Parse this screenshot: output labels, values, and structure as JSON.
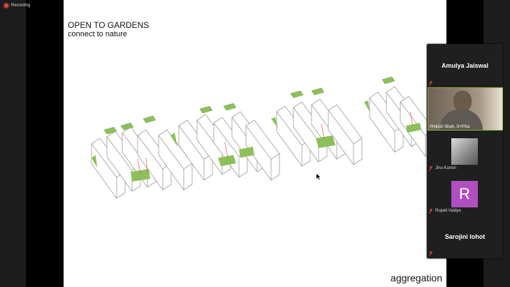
{
  "recording": {
    "label": "Recording",
    "indicator_color": "#e0443a"
  },
  "slide": {
    "title": "OPEN TO GARDENS",
    "subtitle": "connect to nature",
    "footer": "aggregation",
    "drawing": "isometric housing cluster aggregation with green garden terraces and red arrows",
    "garden_color": "#8dc05a",
    "arrow_color": "#e8533a"
  },
  "gallery": {
    "participants": [
      {
        "name": "Amulya Jaiswal",
        "type": "name-only",
        "muted": true
      },
      {
        "name": "Pinkish Shah, S+PSa",
        "type": "video",
        "active_speaker": true
      },
      {
        "name": "Jinu Kurien",
        "type": "photo",
        "muted": true
      },
      {
        "name": "Rupali Vaidya",
        "type": "initial",
        "initial": "R",
        "avatar_color": "#b04fc0",
        "muted": true
      },
      {
        "name": "Sarojini lohot",
        "type": "name-only",
        "muted": true
      }
    ]
  }
}
